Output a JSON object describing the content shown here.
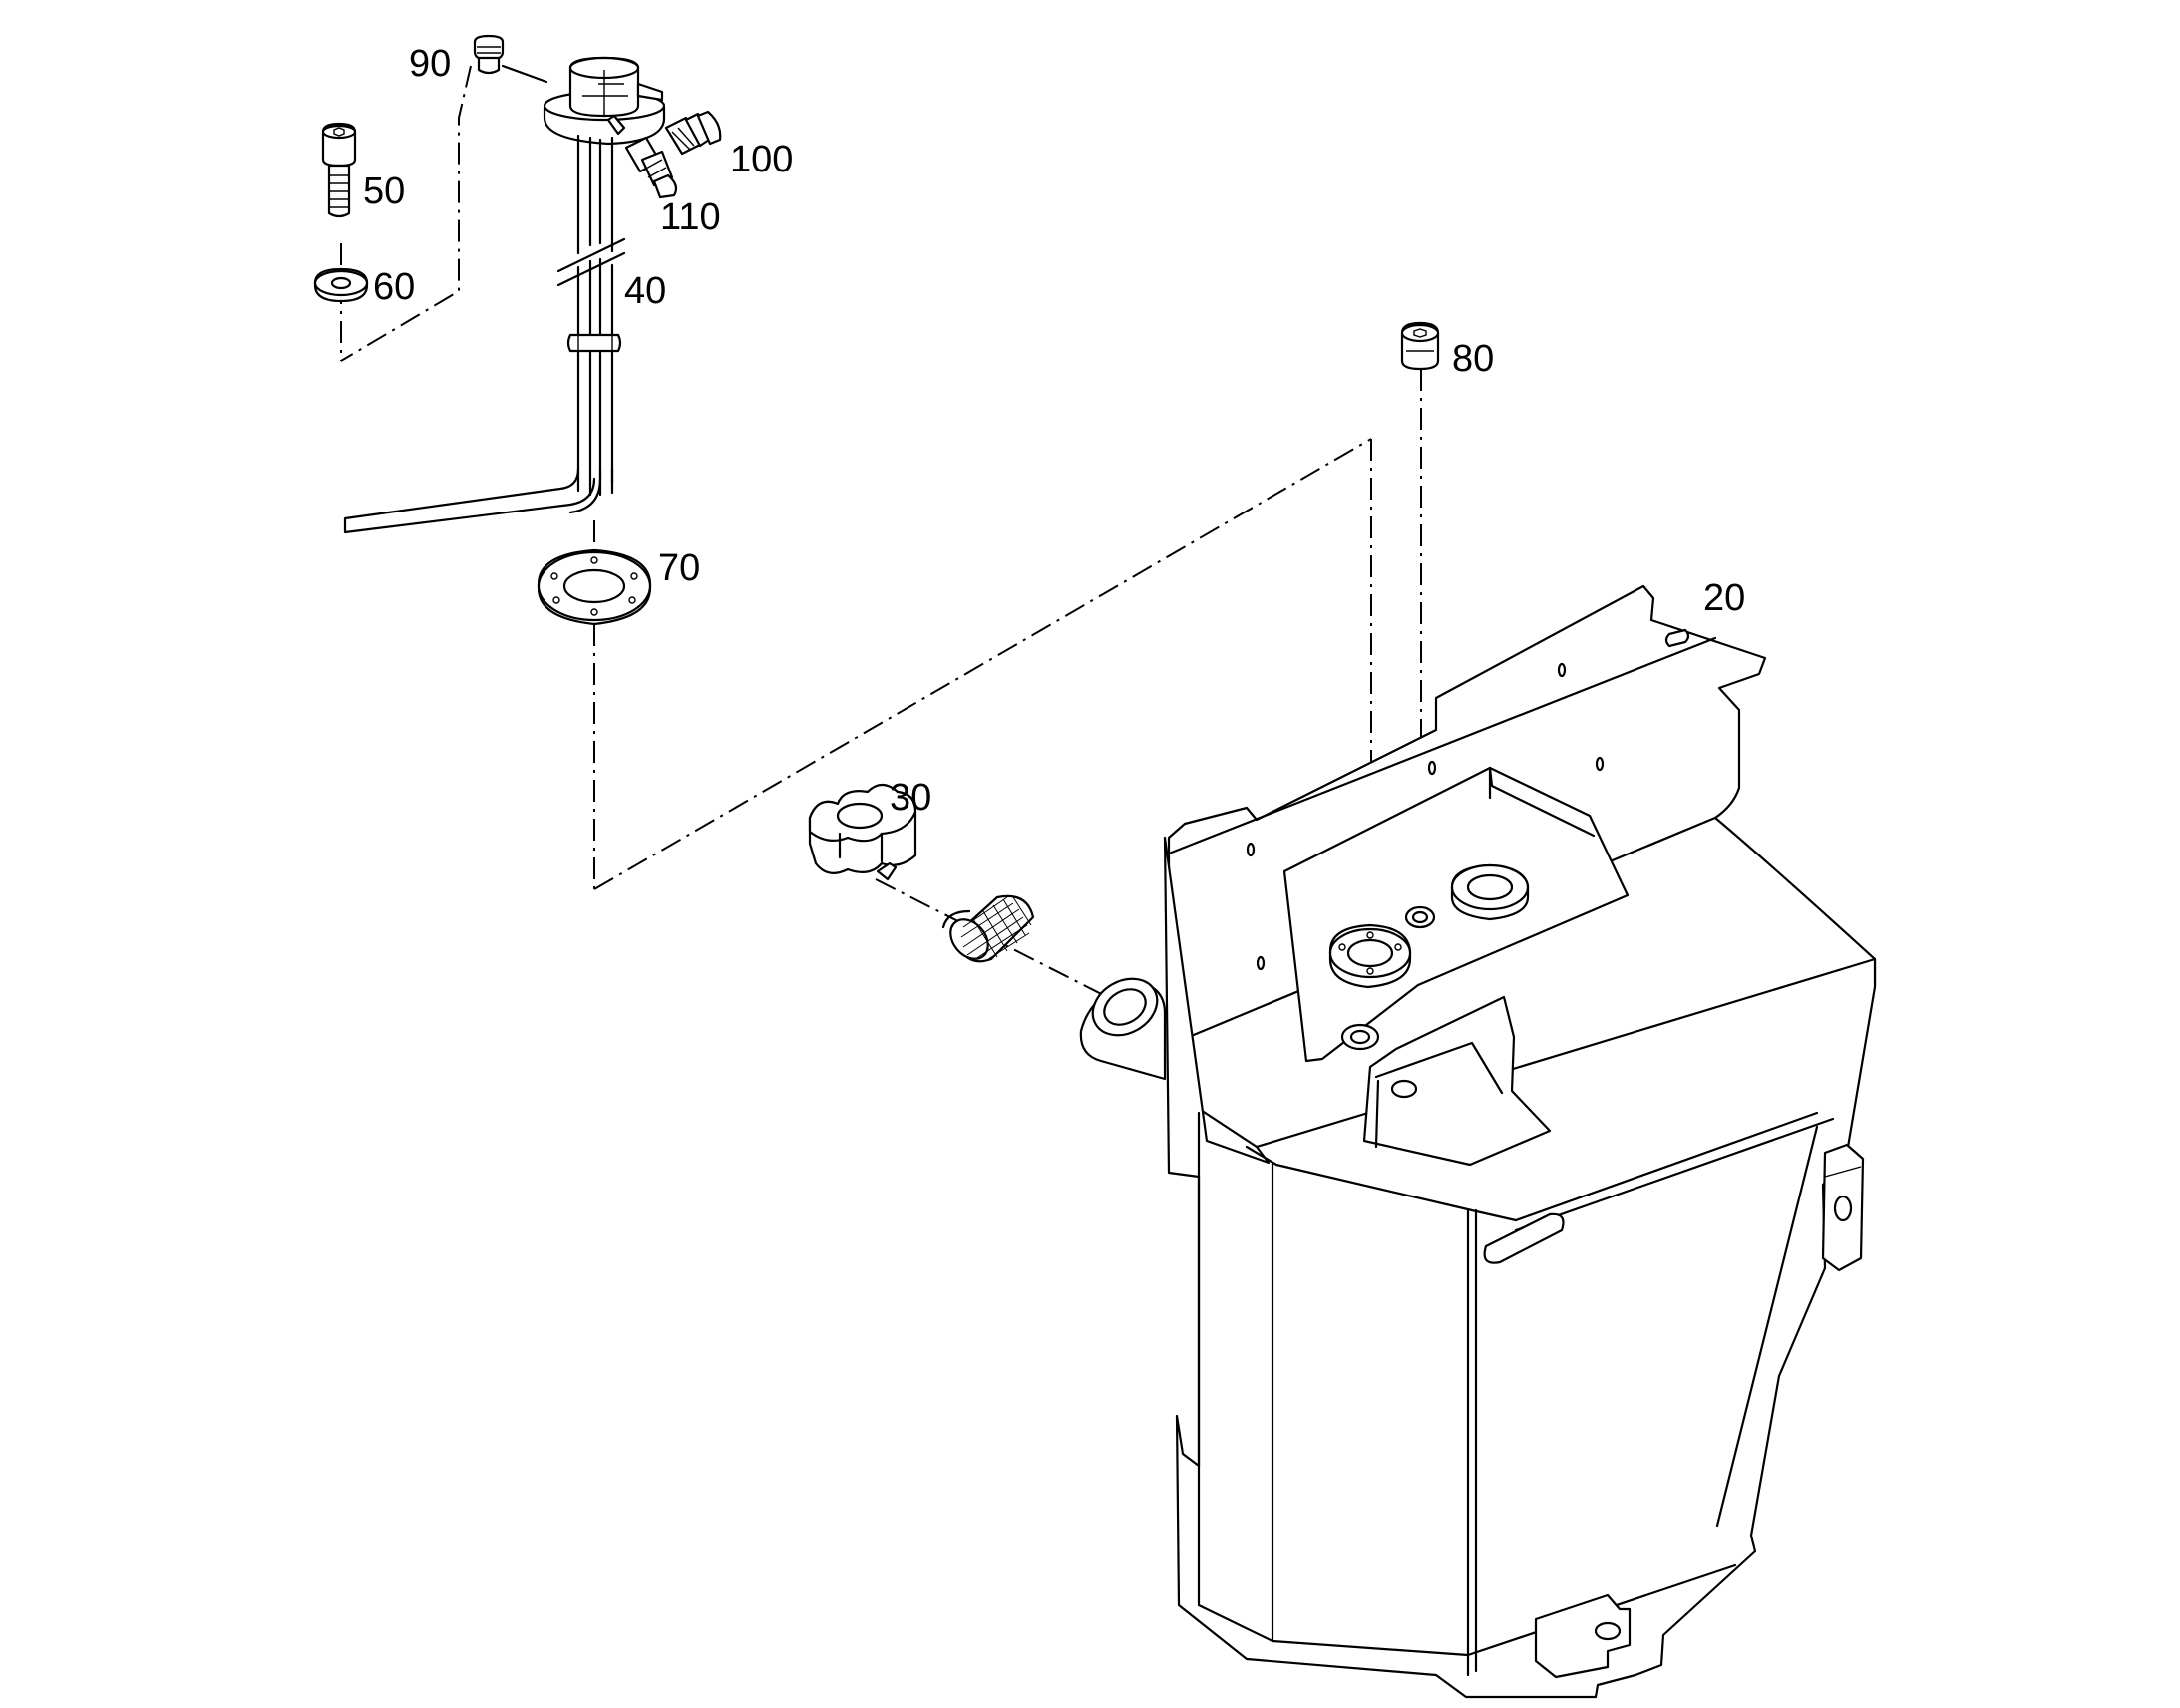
{
  "callouts": {
    "c90": "90",
    "c100": "100",
    "c50": "50",
    "c110": "110",
    "c60": "60",
    "c40": "40",
    "c80": "80",
    "c70": "70",
    "c20": "20",
    "c30": "30"
  },
  "colors": {
    "line": "#000000",
    "background": "#ffffff"
  }
}
